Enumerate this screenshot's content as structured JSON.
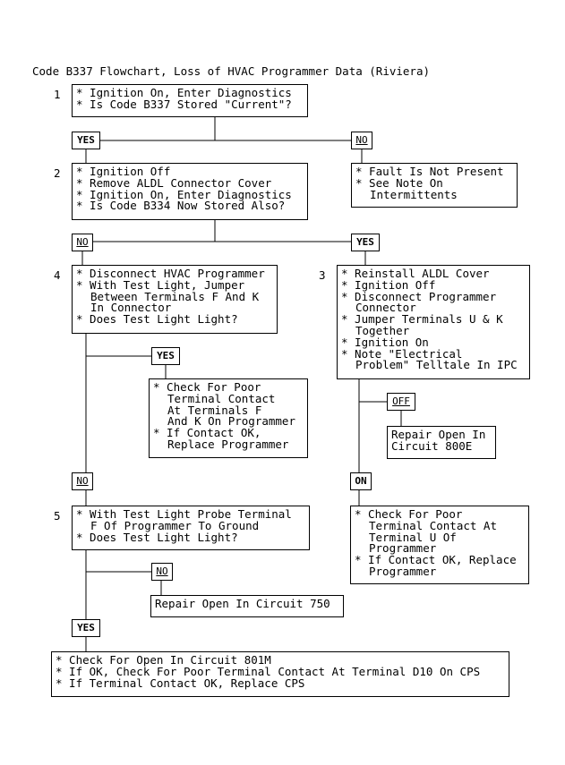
{
  "title": "Code B337 Flowchart, Loss of HVAC Programmer Data (Riviera)",
  "steps": {
    "s1": {
      "num": "1",
      "lines": [
        "* Ignition On, Enter Diagnostics",
        "* Is Code B337 Stored \"Current\"?"
      ]
    },
    "s2": {
      "num": "2",
      "lines": [
        "* Ignition Off",
        "* Remove ALDL Connector Cover",
        "* Ignition On, Enter Diagnostics",
        "* Is Code B334 Now Stored Also?"
      ]
    },
    "fault": {
      "lines": [
        "* Fault Is Not Present",
        "* See Note On",
        "Intermittents"
      ]
    },
    "s4": {
      "num": "4",
      "lines": [
        "* Disconnect HVAC Programmer",
        "* With Test Light, Jumper",
        "Between Terminals F And K",
        "In Connector",
        "* Does Test Light Light?"
      ]
    },
    "s3": {
      "num": "3",
      "lines": [
        "* Reinstall ALDL Cover",
        "* Ignition Off",
        "* Disconnect Programmer",
        "Connector",
        "* Jumper Terminals U & K",
        "Together",
        "* Ignition On",
        "* Note \"Electrical",
        "Problem\" Telltale In IPC"
      ]
    },
    "check_fk": {
      "lines": [
        "* Check For Poor",
        "Terminal Contact",
        "At Terminals F",
        "And K On Programmer",
        "* If Contact OK,",
        "Replace Programmer"
      ]
    },
    "repair_800e": {
      "lines": [
        "Repair Open In",
        "Circuit 800E"
      ]
    },
    "s5": {
      "num": "5",
      "lines": [
        "* With Test Light Probe Terminal",
        "F Of Programmer To Ground",
        "* Does Test Light Light?"
      ]
    },
    "check_u": {
      "lines": [
        "* Check For Poor",
        "Terminal Contact At",
        "Terminal U Of",
        "Programmer",
        "* If Contact OK, Replace",
        "Programmer"
      ]
    },
    "repair_750": {
      "lines": [
        "Repair Open In Circuit 750"
      ]
    },
    "final": {
      "lines": [
        "* Check For Open In Circuit 801M",
        "* If OK, Check For Poor Terminal Contact At Terminal D10 On CPS",
        "* If Terminal Contact OK, Replace CPS"
      ]
    }
  },
  "tags": {
    "yes1": "YES",
    "no1": "NO",
    "no2": "NO",
    "yes2": "YES",
    "yes4": "YES",
    "off3": "OFF",
    "no4": "NO",
    "on3": "ON",
    "no5": "NO",
    "yes5": "YES"
  }
}
